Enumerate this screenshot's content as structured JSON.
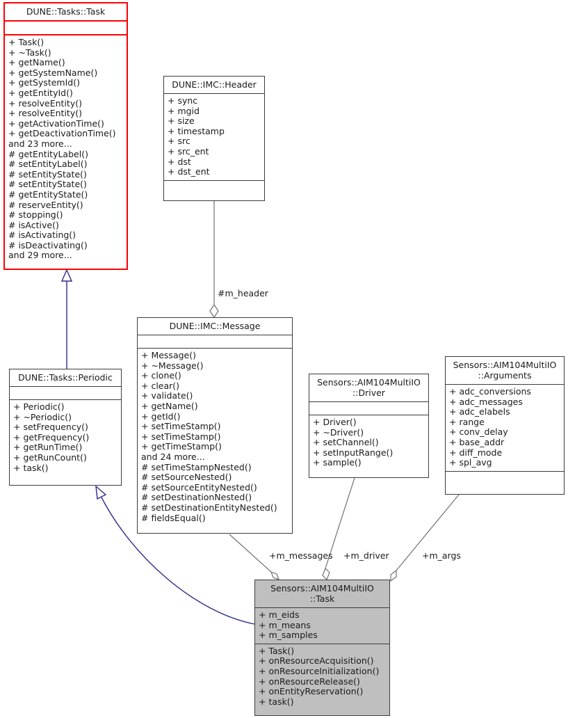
{
  "diagram": {
    "kind": "uml-class-collaboration-diagram",
    "background": "#ffffff",
    "colors": {
      "highlight_border": "#ff0000",
      "node_border": "#3b3b3b",
      "node_fill": "#ffffff",
      "focus_fill": "#bfbfbf",
      "inheritance_edge": "#2c2c8c",
      "aggregation_edge": "#707070",
      "text": "#1a1a1a"
    }
  },
  "nodes": {
    "dune_tasks_task": {
      "title": "DUNE::Tasks::Task",
      "attributes": [],
      "operations": [
        "+ Task()",
        "+ ~Task()",
        "+ getName()",
        "+ getSystemName()",
        "+ getSystemId()",
        "+ getEntityId()",
        "+ resolveEntity()",
        "+ resolveEntity()",
        "+ getActivationTime()",
        "+ getDeactivationTime()",
        "and 23 more...",
        "# getEntityLabel()",
        "# setEntityLabel()",
        "# setEntityState()",
        "# setEntityState()",
        "# getEntityState()",
        "# reserveEntity()",
        "# stopping()",
        "# isActive()",
        "# isActivating()",
        "# isDeactivating()",
        "and 29 more..."
      ]
    },
    "dune_imc_header": {
      "title": "DUNE::IMC::Header",
      "attributes": [
        "+ sync",
        "+ mgid",
        "+ size",
        "+ timestamp",
        "+ src",
        "+ src_ent",
        "+ dst",
        "+ dst_ent"
      ],
      "operations": []
    },
    "dune_imc_message": {
      "title": "DUNE::IMC::Message",
      "attributes": [],
      "operations": [
        "+ Message()",
        "+ ~Message()",
        "+ clone()",
        "+ clear()",
        "+ validate()",
        "+ getName()",
        "+ getId()",
        "+ setTimeStamp()",
        "+ setTimeStamp()",
        "+ getTimeStamp()",
        "and 24 more...",
        "# setTimeStampNested()",
        "# setSourceNested()",
        "# setSourceEntityNested()",
        "# setDestinationNested()",
        "# setDestinationEntityNested()",
        "# fieldsEqual()"
      ]
    },
    "dune_tasks_periodic": {
      "title": "DUNE::Tasks::Periodic",
      "attributes": [],
      "operations": [
        "+ Periodic()",
        "+ ~Periodic()",
        "+ setFrequency()",
        "+ getFrequency()",
        "+ getRunTime()",
        "+ getRunCount()",
        "+ task()"
      ]
    },
    "aim104_driver": {
      "title": "Sensors::AIM104MultiIO\n::Driver",
      "attributes": [],
      "operations": [
        "+ Driver()",
        "+ ~Driver()",
        "+ setChannel()",
        "+ setInputRange()",
        "+ sample()"
      ]
    },
    "aim104_arguments": {
      "title": "Sensors::AIM104MultiIO\n::Arguments",
      "attributes": [
        "+ adc_conversions",
        "+ adc_messages",
        "+ adc_elabels",
        "+ range",
        "+ conv_delay",
        "+ base_addr",
        "+ diff_mode",
        "+ spl_avg"
      ],
      "operations": []
    },
    "aim104_task": {
      "title": "Sensors::AIM104MultiIO\n::Task",
      "attributes": [
        "+ m_eids",
        "+ m_means",
        "+ m_samples"
      ],
      "operations": [
        "+ Task()",
        "+ onResourceAcquisition()",
        "+ onResourceInitialization()",
        "+ onResourceRelease()",
        "+ onEntityReservation()",
        "+ task()"
      ]
    }
  },
  "edges": {
    "header_to_message": {
      "label": "#m_header",
      "type": "aggregation",
      "from": "dune_imc_header",
      "to": "dune_imc_message"
    },
    "task_to_periodic": {
      "label": "",
      "type": "inheritance",
      "from": "dune_tasks_periodic",
      "to": "dune_tasks_task"
    },
    "aim_task_to_periodic": {
      "label": "",
      "type": "inheritance",
      "from": "aim104_task",
      "to": "dune_tasks_periodic"
    },
    "message_to_aim_task": {
      "label": "+m_messages",
      "type": "aggregation",
      "from": "dune_imc_message",
      "to": "aim104_task"
    },
    "driver_to_aim_task": {
      "label": "+m_driver",
      "type": "aggregation",
      "from": "aim104_driver",
      "to": "aim104_task"
    },
    "arguments_to_aim_task": {
      "label": "+m_args",
      "type": "aggregation",
      "from": "aim104_arguments",
      "to": "aim104_task"
    }
  }
}
